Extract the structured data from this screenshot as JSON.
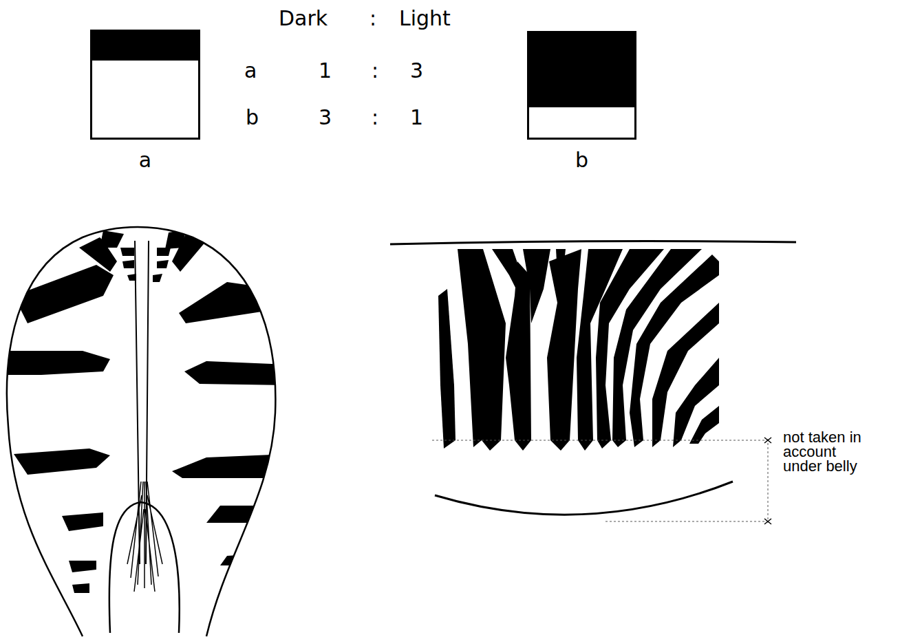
{
  "diagram": {
    "nodes": [
      {
        "text": [
          "a"
        ]
      },
      {
        "text": [
          "b"
        ]
      }
    ],
    "labels": [
      "Dark",
      ":",
      "Light",
      "a",
      "1",
      ":",
      "3",
      "b",
      "3",
      ":",
      "1",
      "not taken in account under belly"
    ]
  }
}
